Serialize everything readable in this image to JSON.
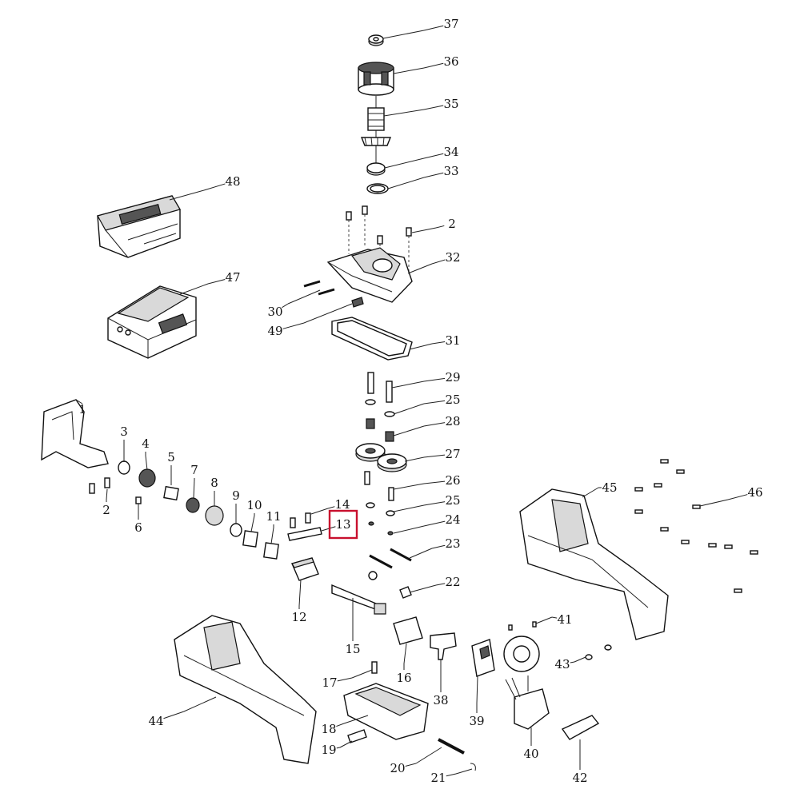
{
  "diagram": {
    "highlighted_part": "13",
    "parts": [
      {
        "id": "p1",
        "number": "1"
      },
      {
        "id": "p2a",
        "number": "2"
      },
      {
        "id": "p2b",
        "number": "2"
      },
      {
        "id": "p3",
        "number": "3"
      },
      {
        "id": "p4",
        "number": "4"
      },
      {
        "id": "p5",
        "number": "5"
      },
      {
        "id": "p6",
        "number": "6"
      },
      {
        "id": "p7",
        "number": "7"
      },
      {
        "id": "p8",
        "number": "8"
      },
      {
        "id": "p9",
        "number": "9"
      },
      {
        "id": "p10",
        "number": "10"
      },
      {
        "id": "p11",
        "number": "11"
      },
      {
        "id": "p12",
        "number": "12"
      },
      {
        "id": "p13",
        "number": "13"
      },
      {
        "id": "p14",
        "number": "14"
      },
      {
        "id": "p15",
        "number": "15"
      },
      {
        "id": "p16",
        "number": "16"
      },
      {
        "id": "p17",
        "number": "17"
      },
      {
        "id": "p18",
        "number": "18"
      },
      {
        "id": "p19",
        "number": "19"
      },
      {
        "id": "p20",
        "number": "20"
      },
      {
        "id": "p21",
        "number": "21"
      },
      {
        "id": "p22",
        "number": "22"
      },
      {
        "id": "p23",
        "number": "23"
      },
      {
        "id": "p24",
        "number": "24"
      },
      {
        "id": "p25a",
        "number": "25"
      },
      {
        "id": "p25b",
        "number": "25"
      },
      {
        "id": "p26",
        "number": "26"
      },
      {
        "id": "p27",
        "number": "27"
      },
      {
        "id": "p28",
        "number": "28"
      },
      {
        "id": "p29",
        "number": "29"
      },
      {
        "id": "p30",
        "number": "30"
      },
      {
        "id": "p31",
        "number": "31"
      },
      {
        "id": "p32",
        "number": "32"
      },
      {
        "id": "p33",
        "number": "33"
      },
      {
        "id": "p34",
        "number": "34"
      },
      {
        "id": "p35",
        "number": "35"
      },
      {
        "id": "p36",
        "number": "36"
      },
      {
        "id": "p37",
        "number": "37"
      },
      {
        "id": "p38",
        "number": "38"
      },
      {
        "id": "p39",
        "number": "39"
      },
      {
        "id": "p40",
        "number": "40"
      },
      {
        "id": "p41",
        "number": "41"
      },
      {
        "id": "p42",
        "number": "42"
      },
      {
        "id": "p43",
        "number": "43"
      },
      {
        "id": "p44",
        "number": "44"
      },
      {
        "id": "p45",
        "number": "45"
      },
      {
        "id": "p46",
        "number": "46"
      },
      {
        "id": "p47",
        "number": "47"
      },
      {
        "id": "p48",
        "number": "48"
      },
      {
        "id": "p49",
        "number": "49"
      }
    ]
  }
}
